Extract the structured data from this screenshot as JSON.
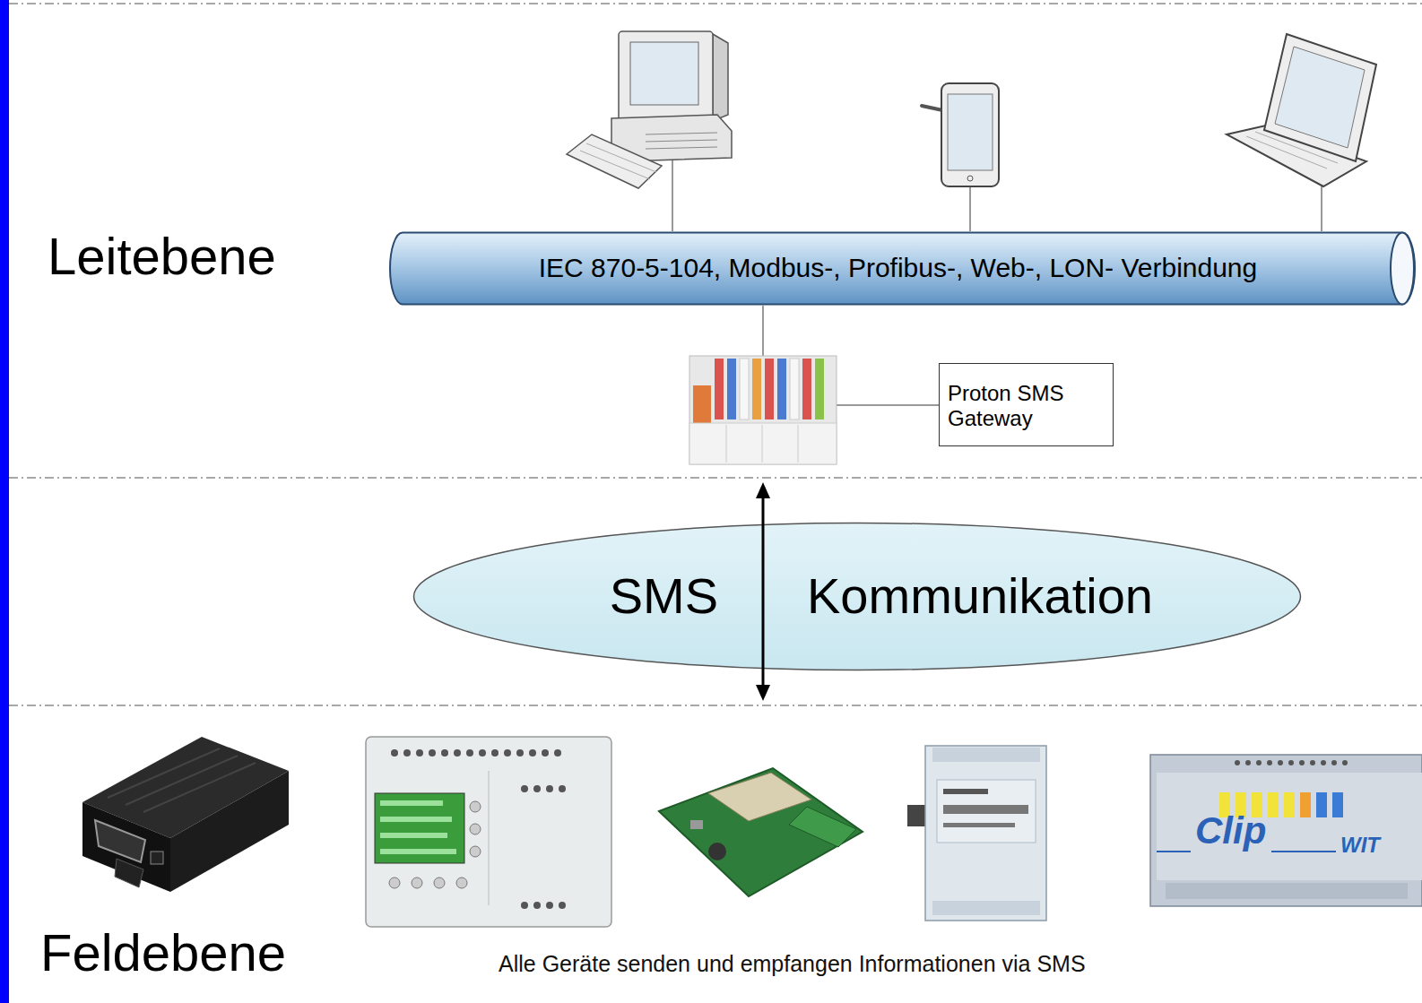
{
  "diagram": {
    "nodes": [
      {
        "text": [
          "IEC 870-5-104, Modbus-, Profibus-, Web-, LON- Verbindung"
        ]
      },
      {
        "text": [
          "Proton SMS Gateway"
        ]
      },
      {
        "text": [
          "SMS",
          "Kommunikation"
        ]
      }
    ],
    "labels": [
      "Leitebene",
      "Feldebene",
      "Alle Geräte senden und empfangen Informationen via SMS",
      "Clip",
      "WIT"
    ]
  }
}
